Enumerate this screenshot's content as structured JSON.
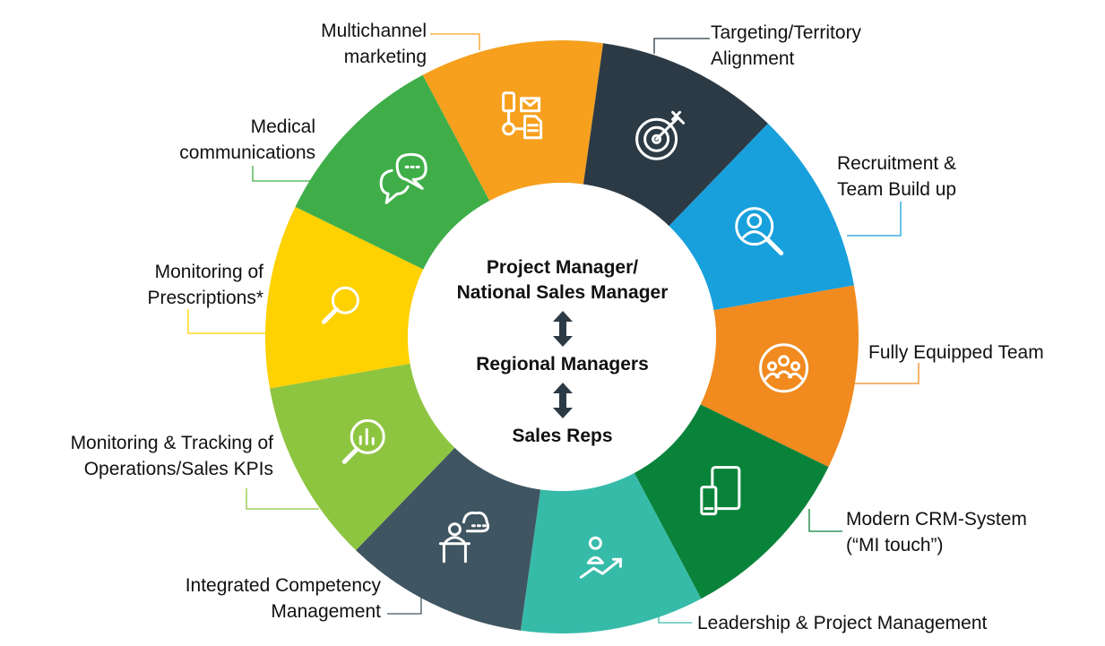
{
  "segments": [
    {
      "label": "Multichannel marketing",
      "lines": [
        "Multichannel",
        "marketing"
      ],
      "color": "#F6A01E",
      "icon": "multichannel-icon"
    },
    {
      "label": "Targeting/Territory Alignment",
      "lines": [
        "Targeting/Territory",
        "Alignment"
      ],
      "color": "#2C3A45",
      "icon": "target-icon"
    },
    {
      "label": "Recruitment & Team Build up",
      "lines": [
        "Recruitment &",
        "Team Build up"
      ],
      "color": "#17A0DC",
      "icon": "person-search-icon"
    },
    {
      "label": "Fully Equipped Team",
      "lines": [
        "Fully Equipped Team"
      ],
      "color": "#F18A1F",
      "icon": "team-icon"
    },
    {
      "label": "Modern CRM-System (“MI touch”)",
      "lines": [
        "Modern CRM-System",
        "(“MI touch”)"
      ],
      "color": "#0A833A",
      "icon": "devices-icon"
    },
    {
      "label": "Leadership & Project Management",
      "lines": [
        "Leadership & Project Management"
      ],
      "color": "#36BBA9",
      "icon": "leader-growth-icon"
    },
    {
      "label": "Integrated Competency Management",
      "lines": [
        "Integrated Competency",
        "Management"
      ],
      "color": "#405562",
      "icon": "presenter-icon"
    },
    {
      "label": "Monitoring & Tracking of Operations/Sales KPIs",
      "lines": [
        "Monitoring & Tracking of",
        "Operations/Sales KPIs"
      ],
      "color": "#8EC540",
      "icon": "chart-search-icon"
    },
    {
      "label": "Monitoring of Prescriptions*",
      "lines": [
        "Monitoring of",
        "Prescriptions*"
      ],
      "color": "#FED100",
      "icon": "magnifier-icon"
    },
    {
      "label": "Medical communications",
      "lines": [
        "Medical",
        "communications"
      ],
      "color": "#3FAE49",
      "icon": "chat-icon"
    }
  ],
  "center": {
    "line1": "Project Manager/",
    "line2": "National Sales Manager",
    "middle": "Regional Managers",
    "bottom": "Sales Reps",
    "arrow_color": "#2C3A45"
  }
}
